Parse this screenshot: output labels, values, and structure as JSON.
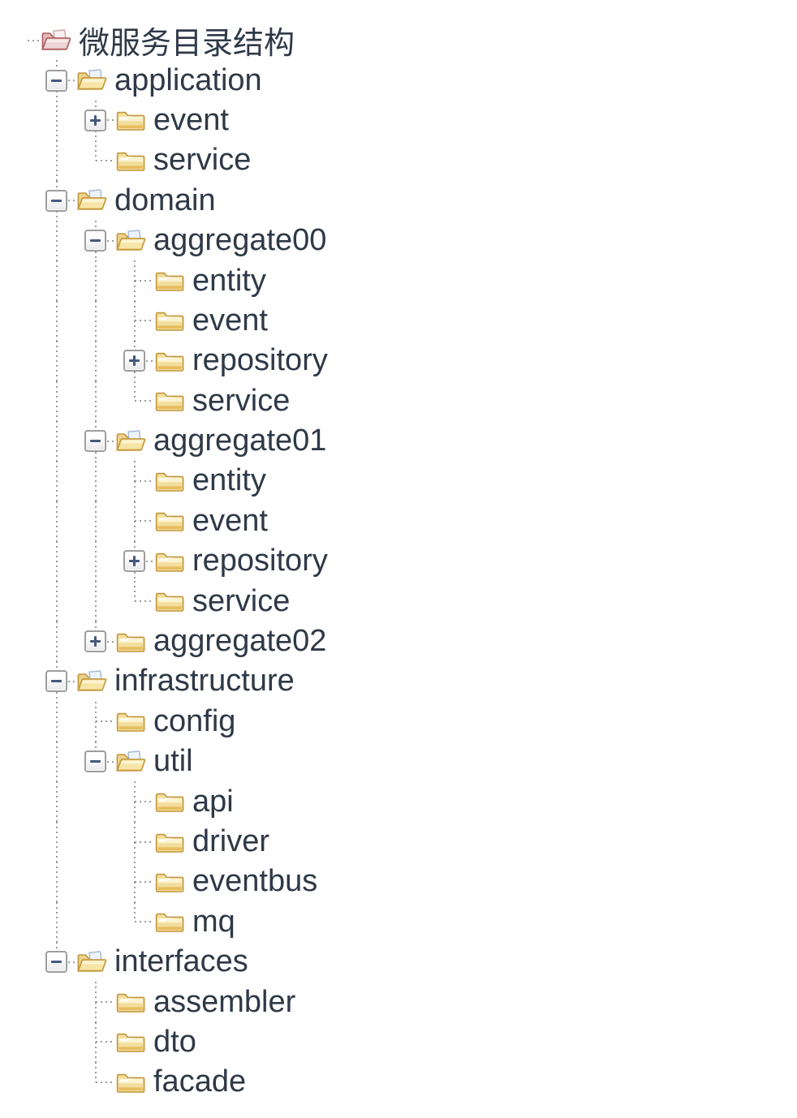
{
  "palette": {
    "background": "#ffffff",
    "text": "#2f3947",
    "connector_gray": "#9c9c9c",
    "toggle_border_gray": "#9d9d9d",
    "toggle_sign_blue": "#44597f",
    "folder_body_yellow": "#f2dd9c",
    "folder_outline_gold": "#c2973e",
    "root_folder_body_pink": "#eed3d3",
    "root_folder_outline_red": "#ad5c5c",
    "paper_blue_white": "#eef4fb"
  },
  "tree": {
    "label": "微服务目录结构",
    "state": "expanded",
    "children": [
      {
        "label": "application",
        "state": "expanded",
        "children": [
          {
            "label": "event",
            "state": "collapsed"
          },
          {
            "label": "service",
            "state": "leaf"
          }
        ]
      },
      {
        "label": "domain",
        "state": "expanded",
        "children": [
          {
            "label": "aggregate00",
            "state": "expanded",
            "children": [
              {
                "label": "entity",
                "state": "leaf"
              },
              {
                "label": "event",
                "state": "leaf"
              },
              {
                "label": "repository",
                "state": "collapsed"
              },
              {
                "label": "service",
                "state": "leaf"
              }
            ]
          },
          {
            "label": "aggregate01",
            "state": "expanded",
            "children": [
              {
                "label": "entity",
                "state": "leaf"
              },
              {
                "label": "event",
                "state": "leaf"
              },
              {
                "label": "repository",
                "state": "collapsed"
              },
              {
                "label": "service",
                "state": "leaf"
              }
            ]
          },
          {
            "label": "aggregate02",
            "state": "collapsed"
          }
        ]
      },
      {
        "label": "infrastructure",
        "state": "expanded",
        "children": [
          {
            "label": "config",
            "state": "leaf"
          },
          {
            "label": "util",
            "state": "expanded",
            "children": [
              {
                "label": "api",
                "state": "leaf"
              },
              {
                "label": "driver",
                "state": "leaf"
              },
              {
                "label": "eventbus",
                "state": "leaf"
              },
              {
                "label": "mq",
                "state": "leaf"
              }
            ]
          }
        ]
      },
      {
        "label": "interfaces",
        "state": "expanded",
        "children": [
          {
            "label": "assembler",
            "state": "leaf"
          },
          {
            "label": "dto",
            "state": "leaf"
          },
          {
            "label": "facade",
            "state": "leaf"
          }
        ]
      }
    ]
  }
}
